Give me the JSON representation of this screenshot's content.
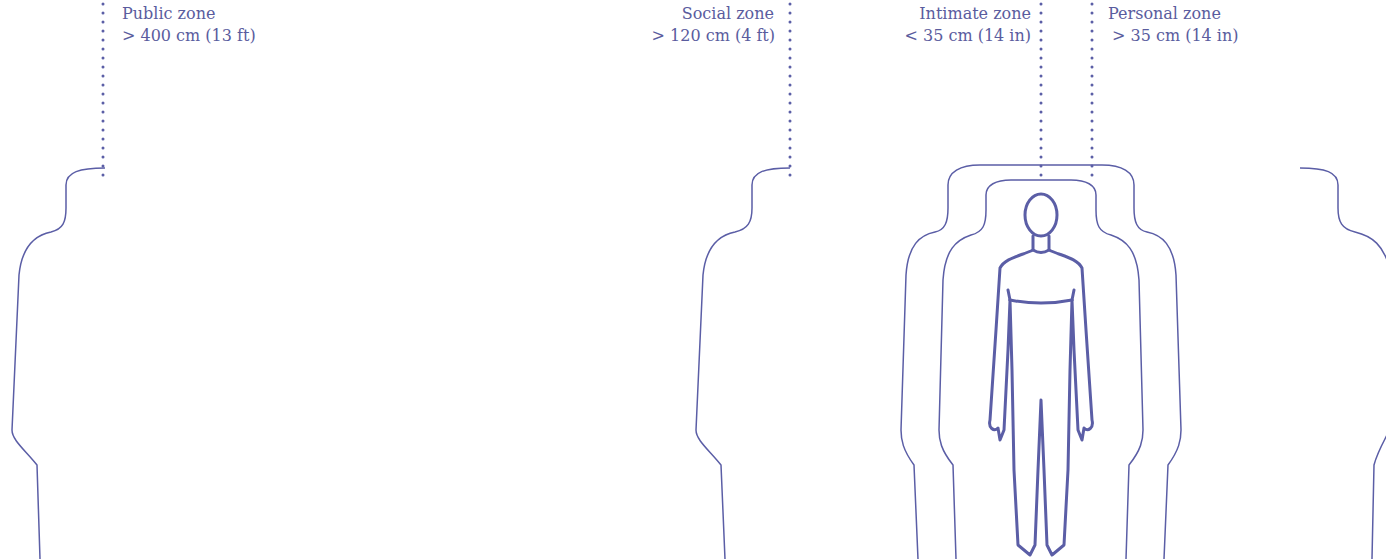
{
  "diagram": {
    "labels": [
      "Public zone",
      "> 400 cm (13 ft)",
      "Social zone",
      "> 120 cm (4 ft)",
      "Intimate zone",
      "< 35 cm (14 in)",
      "Personal zone",
      "> 35 cm (14 in)"
    ]
  }
}
